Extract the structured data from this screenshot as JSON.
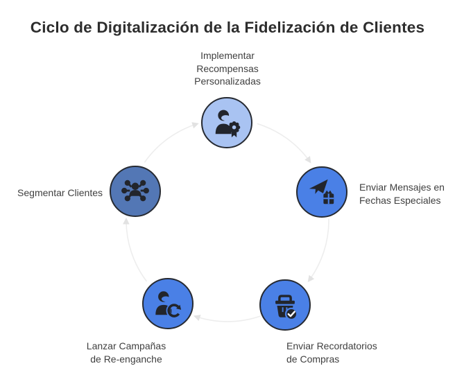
{
  "title": "Ciclo de Digitalización de la Fidelización de Clientes",
  "colors": {
    "background": "#ffffff",
    "title_text": "#2d2d2d",
    "label_text": "#3f3f3f",
    "node_border": "#262a32",
    "icon": "#22252c",
    "check": "#ffffff",
    "arrow": "#ededed",
    "arrowhead": "#e2e2e2"
  },
  "cycle": {
    "direction": "clockwise",
    "nodes": [
      {
        "position": "top",
        "label_lines": [
          "Implementar",
          "Recompensas",
          "Personalizadas"
        ],
        "icon": "user-award-icon",
        "color": "#a9c3f2"
      },
      {
        "position": "right",
        "label_lines": [
          "Enviar Mensajes en",
          "Fechas Especiales"
        ],
        "icon": "gift-message-icon",
        "color": "#4a80e6"
      },
      {
        "position": "bottom-right",
        "label_lines": [
          "Enviar Recordatorios",
          "de Compras"
        ],
        "icon": "basket-check-icon",
        "color": "#4a80e6"
      },
      {
        "position": "bottom-left",
        "label_lines": [
          "Lanzar Campañas",
          "de Re-enganche"
        ],
        "icon": "user-refresh-icon",
        "color": "#4a80e6"
      },
      {
        "position": "left",
        "label_lines": [
          "Segmentar Clientes"
        ],
        "icon": "segment-users-icon",
        "color": "#5377b5"
      }
    ]
  }
}
